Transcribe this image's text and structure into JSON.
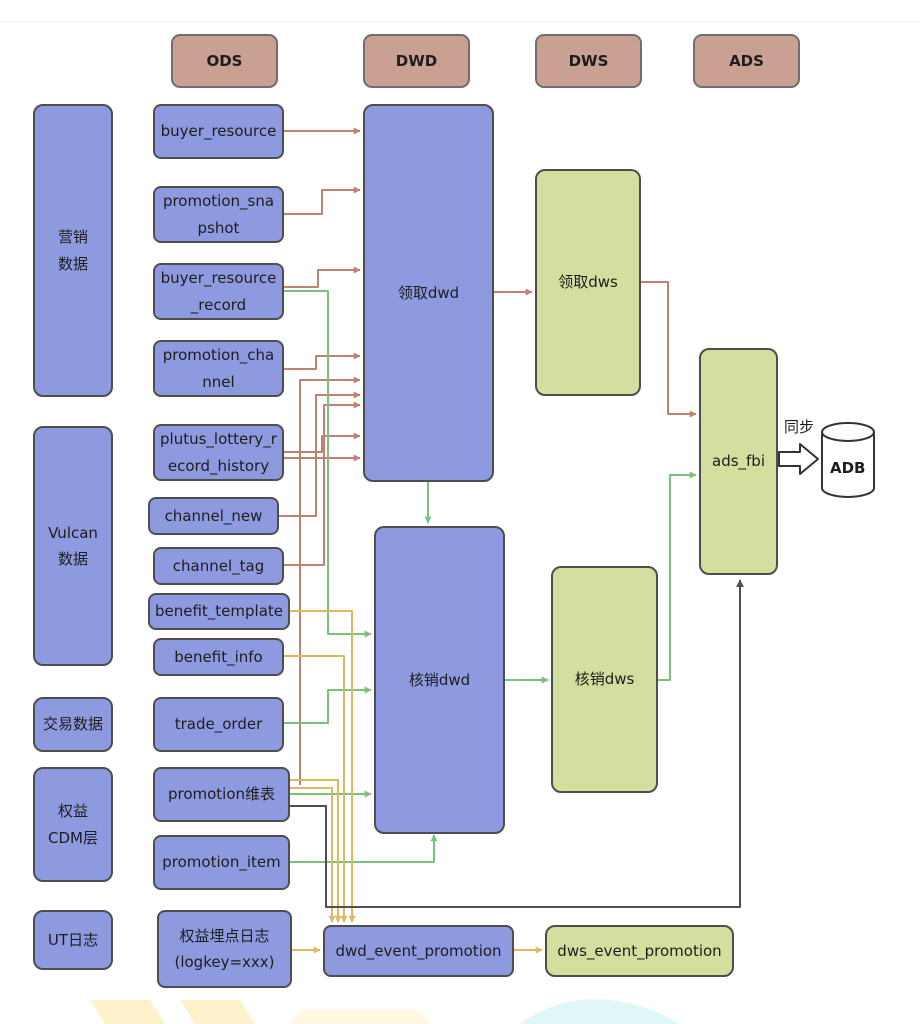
{
  "headers": {
    "ods": "ODS",
    "dwd": "DWD",
    "dws": "DWS",
    "ads": "ADS"
  },
  "categories": {
    "marketing": [
      "营销",
      "数据"
    ],
    "vulcan": [
      "Vulcan",
      "数据"
    ],
    "trade": [
      "交易数据"
    ],
    "benefit_cdm": [
      "权益",
      "CDM层"
    ],
    "ut_log": [
      "UT日志"
    ]
  },
  "ods": {
    "buyer_resource": [
      "buyer_resource"
    ],
    "promotion_snapshot": [
      "promotion_sna",
      "pshot"
    ],
    "buyer_resource_record": [
      "buyer_resource",
      "_record"
    ],
    "promotion_channel": [
      "promotion_cha",
      "nnel"
    ],
    "plutus_lottery": [
      "plutus_lottery_r",
      "ecord_history"
    ],
    "channel_new": [
      "channel_new"
    ],
    "channel_tag": [
      "channel_tag"
    ],
    "benefit_template": [
      "benefit_template"
    ],
    "benefit_info": [
      "benefit_info"
    ],
    "trade_order": [
      "trade_order"
    ],
    "promotion_dim": [
      "promotion维表"
    ],
    "promotion_item": [
      "promotion_item"
    ],
    "event_log": [
      "权益埋点日志",
      "(logkey=xxx)"
    ]
  },
  "dwd": {
    "claim": "领取dwd",
    "verify": "核销dwd",
    "event": "dwd_event_promotion"
  },
  "dws": {
    "claim": "领取dws",
    "verify": "核销dws",
    "event": "dws_event_promotion"
  },
  "ads": {
    "fbi": "ads_fbi"
  },
  "sync_label": "同步",
  "adb_label": "ADB",
  "colors": {
    "header_fill": "#c9a092",
    "blue_fill": "#8e9ae0",
    "green_fill": "#d3df9e",
    "arrow_brown": "#c08270",
    "arrow_green": "#7cc17b",
    "arrow_gold": "#e0b862",
    "arrow_dark": "#505050"
  }
}
